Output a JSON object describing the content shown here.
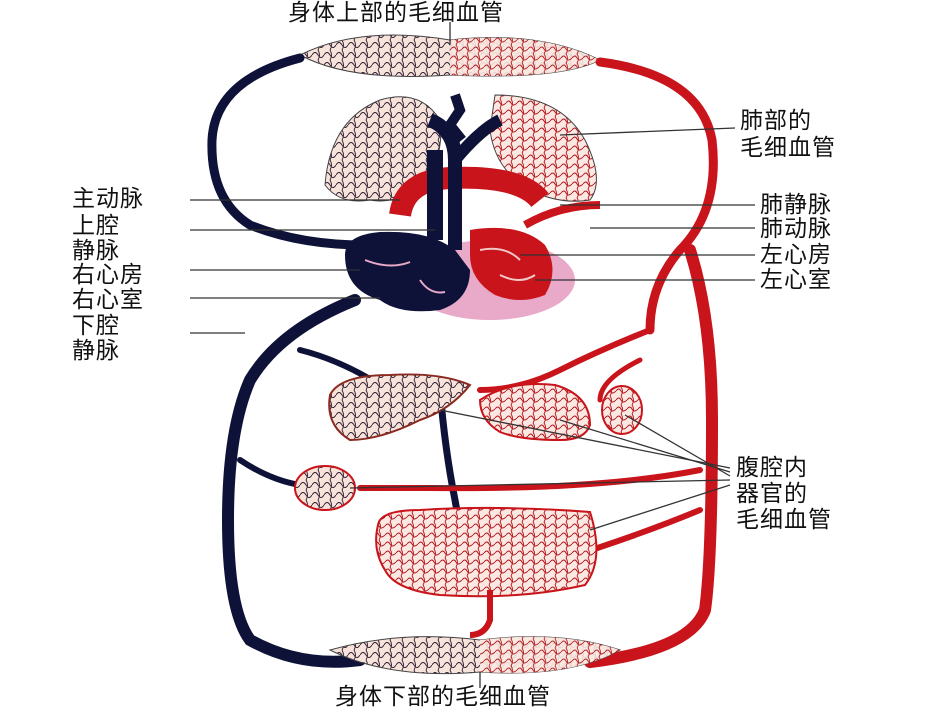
{
  "labels": {
    "upper_body_capillaries": "身体上部的毛细血管",
    "lung_capillaries_1": "肺部的",
    "lung_capillaries_2": "毛细血管",
    "aorta": "主动脉",
    "superior_vena_cava_1": "上腔",
    "superior_vena_cava_2": "静脉",
    "right_atrium": "右心房",
    "right_ventricle": "右心室",
    "inferior_vena_cava_1": "下腔",
    "inferior_vena_cava_2": "静脉",
    "pulmonary_vein": "肺静脉",
    "pulmonary_artery": "肺动脉",
    "left_atrium": "左心房",
    "left_ventricle": "左心室",
    "abdominal_capillaries_1": "腹腔内",
    "abdominal_capillaries_2": "器官的",
    "abdominal_capillaries_3": "毛细血管",
    "lower_body_capillaries": "身体下部的毛细血管"
  },
  "colors": {
    "artery_red": "#c8141a",
    "vein_dark_blue": "#0e1238",
    "tissue_pink": "#f2b8a8",
    "pericardium_pink": "#e9a9c9"
  }
}
